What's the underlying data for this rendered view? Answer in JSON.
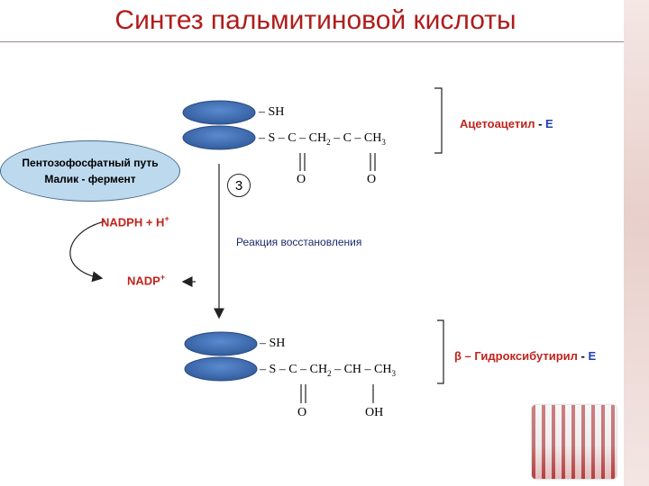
{
  "title": "Синтез пальмитиновой кислоты",
  "pathway_box": {
    "line1": "Пентозофосфатный путь",
    "line2": "Малик - фермент"
  },
  "step_number": "3",
  "cofactor": {
    "reduced": "NADPH + H",
    "reduced_sup": "+",
    "oxidized": "NADP",
    "oxidized_sup": "+"
  },
  "reaction_label": "Реакция восстановления",
  "top_complex": {
    "sh": "–  SH",
    "chain_a": "– S – C – CH",
    "sub_2": "2",
    "chain_b": " – C – CH",
    "sub_3": "3",
    "o1": "O",
    "o2": "O",
    "name": "Ацетоацетил",
    "dash": " - ",
    "enzyme": "E"
  },
  "bottom_complex": {
    "sh": "–  SH",
    "chain_a": "– S – C – CH",
    "sub_2": "2",
    "chain_b": " – CH – CH",
    "sub_3": "3",
    "o1": "O",
    "oh": "OH",
    "name": "β – Гидроксибутирил",
    "dash": " - ",
    "enzyme": "E"
  },
  "colors": {
    "title": "#b01c1c",
    "label_red": "#c0241c",
    "enzyme_blue": "#1f3fae",
    "ellipse_fill": "#3f6eb3",
    "pathway_fill": "#bcd9ee"
  }
}
